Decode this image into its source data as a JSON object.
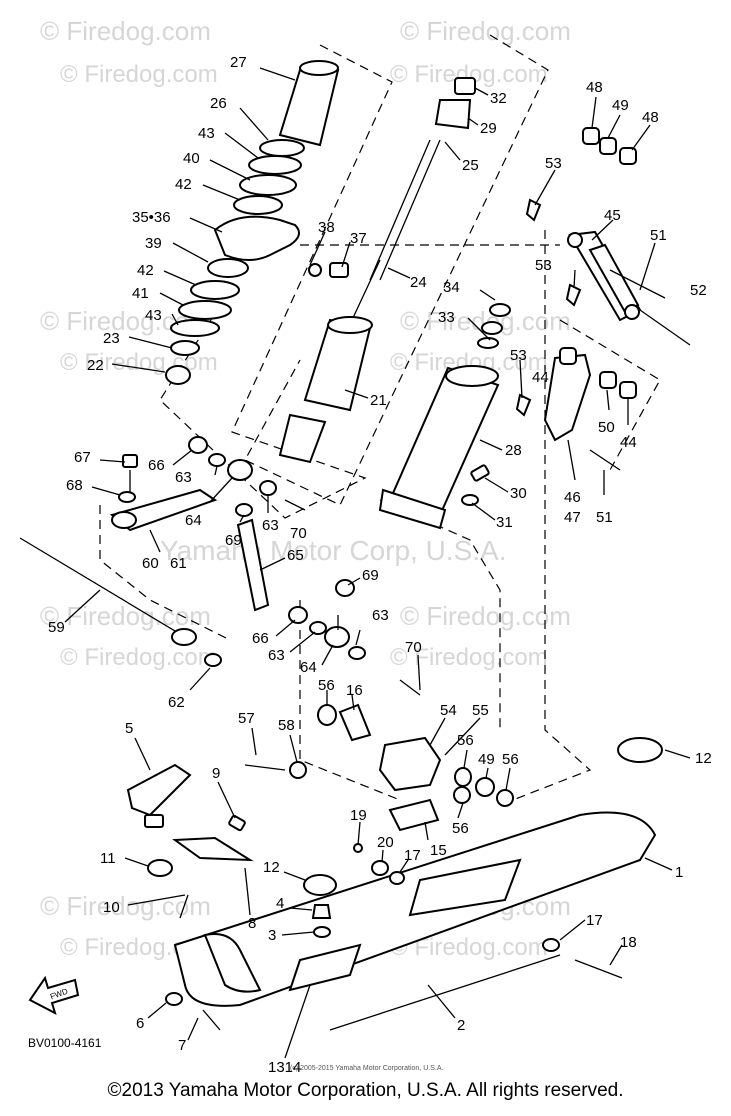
{
  "watermarks": [
    "© Firedog.com",
    "© Firedog.com",
    "© Firedog.com",
    "© Firedog.com",
    "© Firedog.com",
    "© Firedog.com",
    "© Firedog.com",
    "© Firedog.com",
    "© Firedog.com",
    "© Firedog.com",
    "© Firedog.com",
    "© Firedog.com",
    "© Firedog.com",
    "© Firedog.com",
    "© Firedog.com",
    "© Firedog.com"
  ],
  "watermark_center": "Yamaha Motor Corp, U.S.A.",
  "callouts": [
    {
      "id": "c27",
      "label": "27"
    },
    {
      "id": "c26",
      "label": "26"
    },
    {
      "id": "c43a",
      "label": "43"
    },
    {
      "id": "c40",
      "label": "40"
    },
    {
      "id": "c42a",
      "label": "42"
    },
    {
      "id": "c3536",
      "label": "35•36"
    },
    {
      "id": "c39",
      "label": "39"
    },
    {
      "id": "c42b",
      "label": "42"
    },
    {
      "id": "c41",
      "label": "41"
    },
    {
      "id": "c43b",
      "label": "43"
    },
    {
      "id": "c23",
      "label": "23"
    },
    {
      "id": "c22",
      "label": "22"
    },
    {
      "id": "c32",
      "label": "32"
    },
    {
      "id": "c29",
      "label": "29"
    },
    {
      "id": "c25",
      "label": "25"
    },
    {
      "id": "c38",
      "label": "38"
    },
    {
      "id": "c37",
      "label": "37"
    },
    {
      "id": "c24",
      "label": "24"
    },
    {
      "id": "c21",
      "label": "21"
    },
    {
      "id": "c34",
      "label": "34"
    },
    {
      "id": "c33",
      "label": "33"
    },
    {
      "id": "c28",
      "label": "28"
    },
    {
      "id": "c30",
      "label": "30"
    },
    {
      "id": "c31",
      "label": "31"
    },
    {
      "id": "c48a",
      "label": "48"
    },
    {
      "id": "c49a",
      "label": "49"
    },
    {
      "id": "c48b",
      "label": "48"
    },
    {
      "id": "c53a",
      "label": "53"
    },
    {
      "id": "c45",
      "label": "45"
    },
    {
      "id": "c51a",
      "label": "51"
    },
    {
      "id": "c53b",
      "label": "53"
    },
    {
      "id": "c52",
      "label": "52"
    },
    {
      "id": "c53c",
      "label": "53"
    },
    {
      "id": "c44a",
      "label": "44"
    },
    {
      "id": "c50",
      "label": "50"
    },
    {
      "id": "c44b",
      "label": "44"
    },
    {
      "id": "c46",
      "label": "46"
    },
    {
      "id": "c47",
      "label": "47"
    },
    {
      "id": "c51b",
      "label": "51"
    },
    {
      "id": "c67",
      "label": "67"
    },
    {
      "id": "c66a",
      "label": "66"
    },
    {
      "id": "c63a",
      "label": "63"
    },
    {
      "id": "c68",
      "label": "68"
    },
    {
      "id": "c64a",
      "label": "64"
    },
    {
      "id": "c69a",
      "label": "69"
    },
    {
      "id": "c63b",
      "label": "63"
    },
    {
      "id": "c70a",
      "label": "70"
    },
    {
      "id": "c60",
      "label": "60"
    },
    {
      "id": "c61",
      "label": "61"
    },
    {
      "id": "c65",
      "label": "65"
    },
    {
      "id": "c69b",
      "label": "69"
    },
    {
      "id": "c59",
      "label": "59"
    },
    {
      "id": "c66b",
      "label": "66"
    },
    {
      "id": "c63c",
      "label": "63"
    },
    {
      "id": "c63d",
      "label": "63"
    },
    {
      "id": "c64b",
      "label": "64"
    },
    {
      "id": "c62",
      "label": "62"
    },
    {
      "id": "c70b",
      "label": "70"
    },
    {
      "id": "c56a",
      "label": "56"
    },
    {
      "id": "c16",
      "label": "16"
    },
    {
      "id": "c54",
      "label": "54"
    },
    {
      "id": "c55",
      "label": "55"
    },
    {
      "id": "c57",
      "label": "57"
    },
    {
      "id": "c58",
      "label": "58"
    },
    {
      "id": "c56b",
      "label": "56"
    },
    {
      "id": "c49b",
      "label": "49"
    },
    {
      "id": "c56c",
      "label": "56"
    },
    {
      "id": "c12a",
      "label": "12"
    },
    {
      "id": "c5",
      "label": "5"
    },
    {
      "id": "c9",
      "label": "9"
    },
    {
      "id": "c56d",
      "label": "56"
    },
    {
      "id": "c15",
      "label": "15"
    },
    {
      "id": "c19",
      "label": "19"
    },
    {
      "id": "c20",
      "label": "20"
    },
    {
      "id": "c17a",
      "label": "17"
    },
    {
      "id": "c11",
      "label": "11"
    },
    {
      "id": "c12b",
      "label": "12"
    },
    {
      "id": "c1",
      "label": "1"
    },
    {
      "id": "c10",
      "label": "10"
    },
    {
      "id": "c4",
      "label": "4"
    },
    {
      "id": "c8",
      "label": "8"
    },
    {
      "id": "c3",
      "label": "3"
    },
    {
      "id": "c17b",
      "label": "17"
    },
    {
      "id": "c18",
      "label": "18"
    },
    {
      "id": "c6",
      "label": "6"
    },
    {
      "id": "c7",
      "label": "7"
    },
    {
      "id": "c2",
      "label": "2"
    },
    {
      "id": "c1314",
      "label": "1314"
    }
  ],
  "fwd_label": "FWD",
  "diagram_code": "BV0100-4161",
  "small_copyright": "(c) 2005-2015 Yamaha Motor Corporation, U.S.A.",
  "footer": "©2013 Yamaha Motor Corporation, U.S.A. All rights reserved."
}
